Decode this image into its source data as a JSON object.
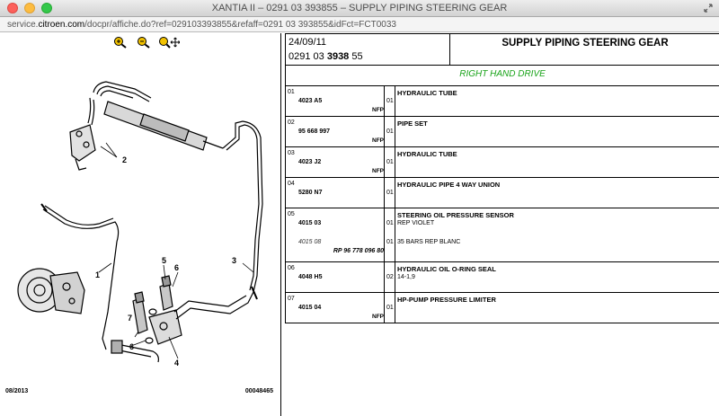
{
  "window": {
    "title": "XANTIA II – 0291 03 393855 – SUPPLY PIPING STEERING GEAR"
  },
  "url": {
    "prefix": "service.",
    "domain": "citroen.com",
    "path": "/docpr/affiche.do?ref=029103393855&refaff=0291 03 393855&idFct=FCT0033"
  },
  "icons": {
    "zoom_in": "zoom-in-icon",
    "zoom_out": "zoom-out-icon",
    "zoom_pan": "zoom-pan-icon"
  },
  "diagram": {
    "callouts": [
      "1",
      "2",
      "3",
      "4",
      "5",
      "6",
      "6",
      "7"
    ],
    "footer_date": "08/2013",
    "footer_ref": "00048465"
  },
  "header": {
    "date": "24/09/11",
    "ref_pre": "0291 03 ",
    "ref_bold": "3938",
    "ref_post": " 55",
    "title": "SUPPLY PIPING STEERING GEAR"
  },
  "drive": "RIGHT HAND DRIVE",
  "parts": [
    {
      "index": "01",
      "number": "4023 A5",
      "nfp": "NFP",
      "qty": "01",
      "desc": "HYDRAULIC TUBE"
    },
    {
      "index": "02",
      "number": "95 668 997",
      "nfp": "NFP",
      "qty": "01",
      "desc": "PIPE SET"
    },
    {
      "index": "03",
      "number": "4023 J2",
      "nfp": "NFP",
      "qty": "01",
      "desc": "HYDRAULIC TUBE"
    },
    {
      "index": "04",
      "number": "5280 N7",
      "nfp": "",
      "qty": "01",
      "desc": "HYDRAULIC PIPE 4 WAY UNION"
    },
    {
      "index": "05",
      "number": "4015 03",
      "nfp": "",
      "qty": "01",
      "desc": "STEERING OIL PRESSURE SENSOR",
      "info": "REP VIOLET",
      "alt_number": "4015 08",
      "alt_rp": "RP 96 778 096 80",
      "alt_qty": "01",
      "alt_info": "35 BARS REP BLANC"
    },
    {
      "index": "06",
      "number": "4048 H5",
      "nfp": "",
      "qty": "02",
      "desc": "HYDRAULIC OIL O-RING SEAL",
      "info": "14-1,9"
    },
    {
      "index": "07",
      "number": "4015 04",
      "nfp": "NFP",
      "qty": "01",
      "desc": "HP-PUMP PRESSURE LIMITER"
    }
  ],
  "colors": {
    "drive_green": "#18a318",
    "zoom_yellow": "#f2c200"
  }
}
